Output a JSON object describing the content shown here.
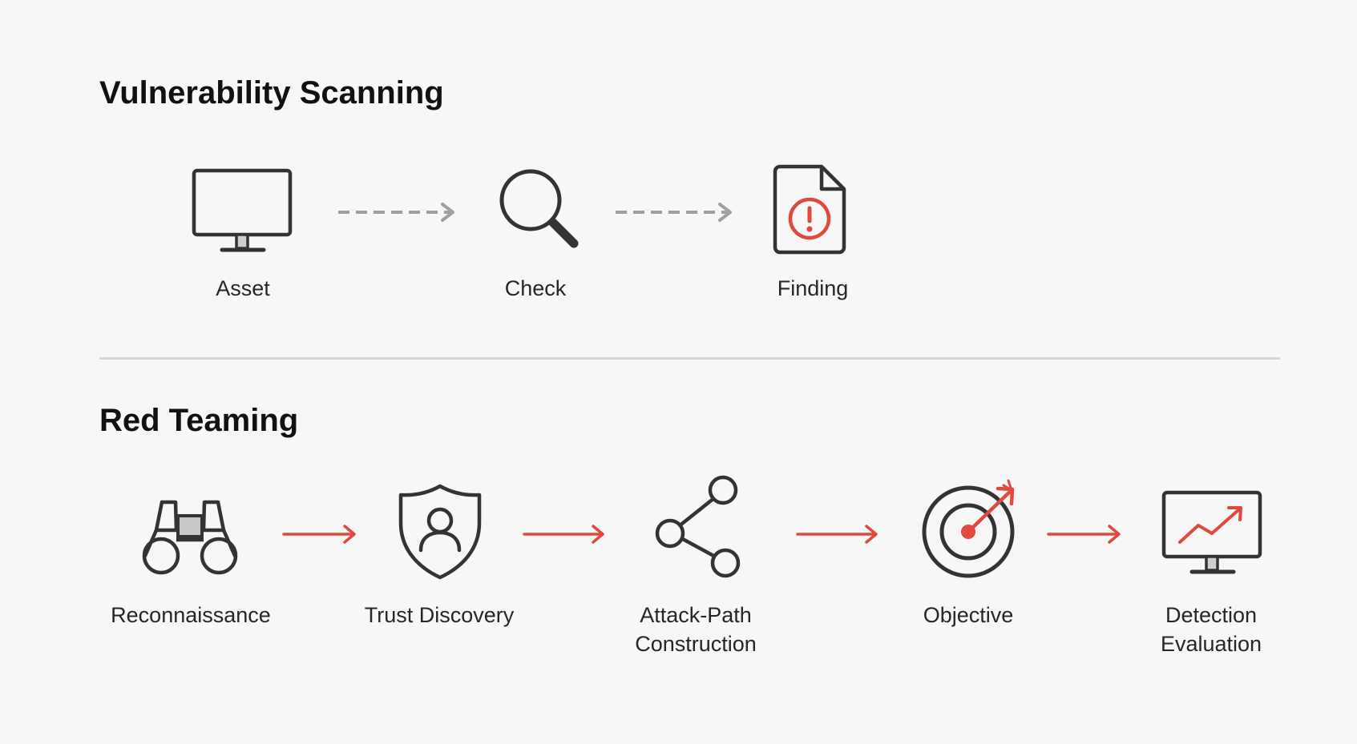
{
  "vulnerability_scanning": {
    "title": "Vulnerability Scanning",
    "steps": [
      {
        "label": "Asset",
        "icon": "monitor-icon"
      },
      {
        "label": "Check",
        "icon": "magnifier-icon"
      },
      {
        "label": "Finding",
        "icon": "document-alert-icon"
      }
    ]
  },
  "red_teaming": {
    "title": "Red Teaming",
    "steps": [
      {
        "label_lines": [
          "Reconnaissance"
        ],
        "icon": "binoculars-icon"
      },
      {
        "label_lines": [
          "Trust Discovery"
        ],
        "icon": "shield-user-icon"
      },
      {
        "label_lines": [
          "Attack-Path",
          "Construction"
        ],
        "icon": "share-nodes-icon"
      },
      {
        "label_lines": [
          "Objective"
        ],
        "icon": "target-arrow-icon"
      },
      {
        "label_lines": [
          "Detection",
          "Evaluation"
        ],
        "icon": "monitor-chart-icon"
      }
    ]
  },
  "colors": {
    "accent": "#e0493d",
    "icon_stroke": "#333333",
    "dashed_arrow": "#a0a0a0",
    "divider": "#d6d6d6",
    "background": "#f7f7f7"
  }
}
